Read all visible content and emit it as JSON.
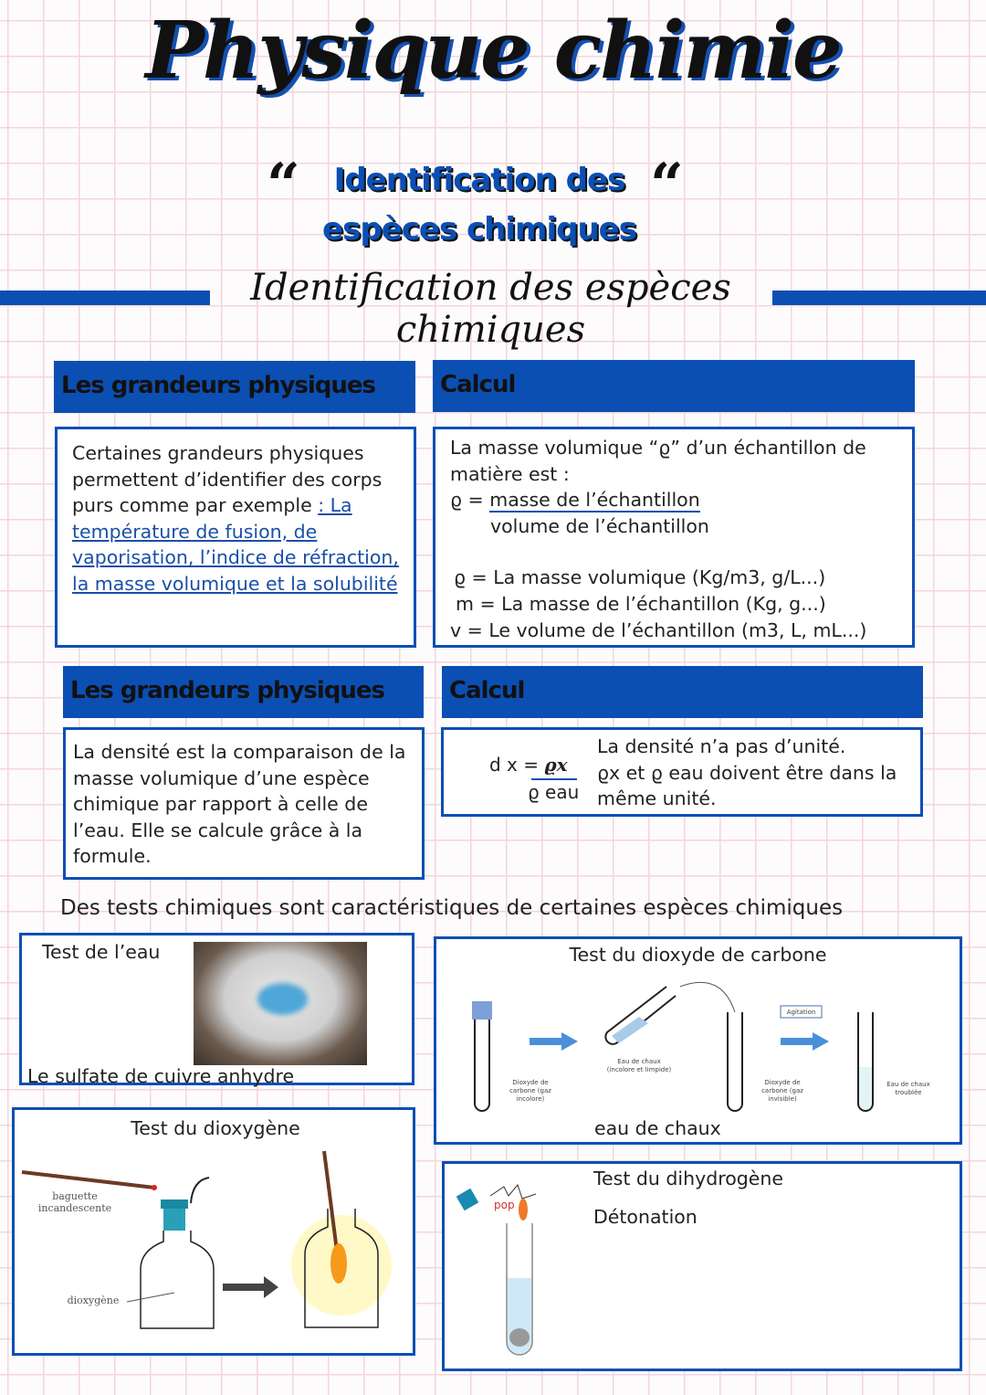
{
  "title": "Physique chimie",
  "subtitle_quote_open": "“",
  "subtitle_quote_close": "“",
  "subtitle_line1": "Identification des",
  "subtitle_line2": "espèces chimiques",
  "section_title": "Identification des espèces chimiques",
  "block1": {
    "header": "Les grandeurs physiques",
    "text": "Certaines grandeurs physiques permettent d’identifier des corps purs comme par exemple ",
    "link": ": La température de fusion, de vaporisation, l’indice de réfraction, la masse volumique et la solubilité"
  },
  "block2": {
    "header": "Calcul",
    "intro": "La masse volumique “ϱ” d’un échantillon de matière est :",
    "rho_eq": "ϱ = ",
    "numerator": "masse de l’échantillon",
    "denominator": "volume de l’échantillon",
    "defs": [
      "ϱ = La masse volumique (Kg/m3, g/L...)",
      "m = La masse de l’échantillon (Kg, g...)",
      "v = Le volume de l’échantillon (m3, L, mL...)"
    ]
  },
  "block3": {
    "header": "Les grandeurs physiques",
    "text": "La densité est la comparaison de la masse volumique d’une espèce chimique par rapport à celle de l’eau. Elle se calcule grâce à la formule."
  },
  "block4": {
    "header": "Calcul",
    "formula_left": "d x = ",
    "formula_num": "ϱx",
    "formula_den": "ϱ eau",
    "notes": [
      "La densité n’a pas d’unité.",
      "ϱx et ϱ eau doivent être dans la",
      "même unité."
    ]
  },
  "tests_intro": "Des tests chimiques sont caractéristiques de certaines espèces chimiques",
  "test_water": {
    "title": "Test de l’eau",
    "caption": "Le sulfate de cuivre anhydre"
  },
  "test_co2": {
    "title": "Test du dioxyde de carbone",
    "caption": "eau de chaux",
    "labels": [
      "Dioxyde de carbone (gaz incolore)",
      "Eau de chaux (incolore et limpide)",
      "Dioxyde de carbone (gaz invisible)",
      "Agitation",
      "Eau de chaux troublée"
    ]
  },
  "test_o2": {
    "title": "Test du dioxygène",
    "labels": [
      "baguette incandescente",
      "dioxygène"
    ]
  },
  "test_h2": {
    "title": "Test du dihydrogène",
    "result": "Détonation",
    "pop": "pop"
  },
  "colors": {
    "accent": "#0b4fb3",
    "grid": "#f3d6dc"
  }
}
